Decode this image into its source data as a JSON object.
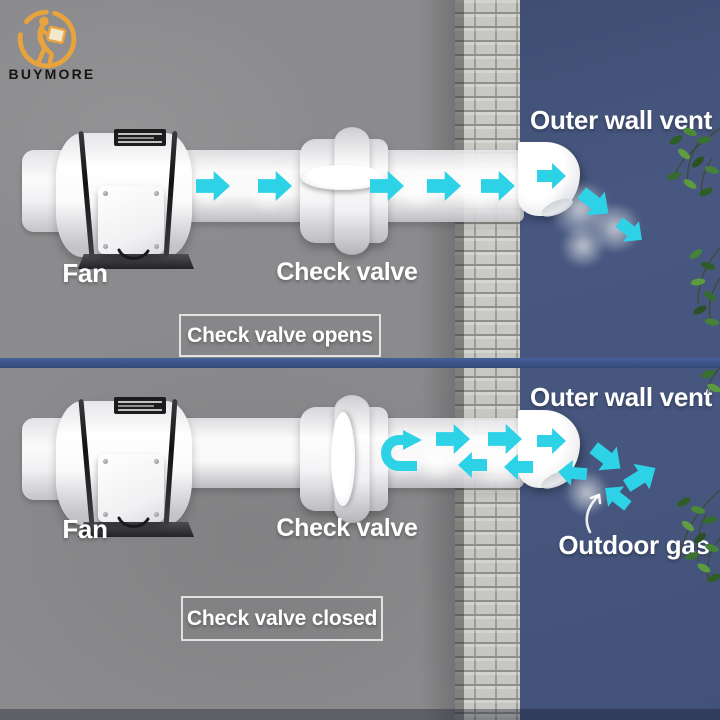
{
  "brand": {
    "name": "BUYMORE"
  },
  "top_panel": {
    "fan_label": "Fan",
    "valve_label": "Check valve",
    "vent_label": "Outer wall vent",
    "caption": "Check valve opens"
  },
  "bottom_panel": {
    "fan_label": "Fan",
    "valve_label": "Check valve",
    "vent_label": "Outer wall vent",
    "outdoor_gas_label": "Outdoor gas",
    "caption": "Check valve closed"
  },
  "colors": {
    "accent_cyan": "#2dd2e6",
    "outdoor_blue": "#46567e",
    "wall_gray": "#8b8b8d",
    "brick_light": "#c6c6c2",
    "divider_blue": "#3a5384",
    "brand_orange": "#e8a33d",
    "label_text": "#ffffff",
    "brand_text": "#141414"
  },
  "icons": {
    "logo": "shopper-carrying-parcel-icon",
    "flow": "airflow-arrow-icon",
    "reverse": "u-turn-arrow-icon"
  }
}
